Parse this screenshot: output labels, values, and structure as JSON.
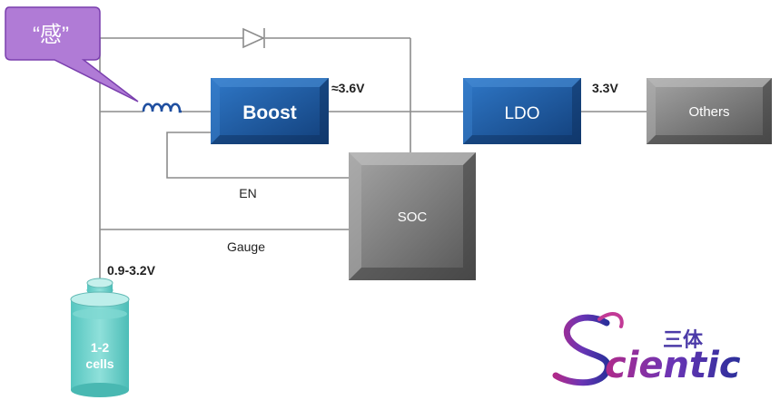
{
  "callout": {
    "text": "“感”"
  },
  "blocks": {
    "boost": "Boost",
    "ldo": "LDO",
    "others": "Others",
    "soc": "SOC"
  },
  "labels": {
    "boost_out": "≈3.6V",
    "ldo_out": "3.3V",
    "en": "EN",
    "gauge": "Gauge",
    "battery_voltage": "0.9-3.2V",
    "battery_line1": "1-2",
    "battery_line2": "cells"
  },
  "logo": {
    "main": "Scientic",
    "cjk": "三体"
  },
  "colors": {
    "blue_block": "#1f5fa8",
    "gray_block": "#7a7a7a",
    "callout": "#b07bd6",
    "battery": "#66cfc9",
    "wire": "#8c8c8c"
  }
}
